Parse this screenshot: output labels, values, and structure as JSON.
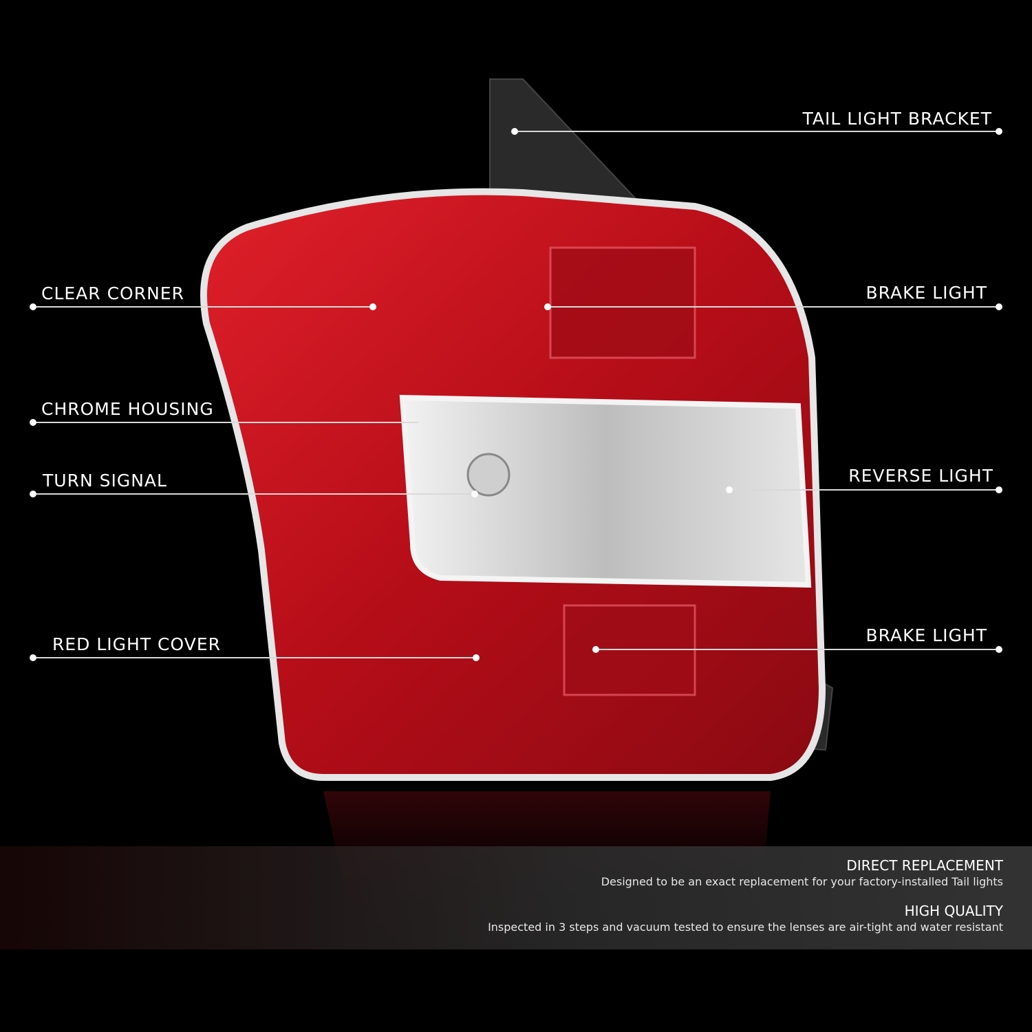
{
  "image": {
    "subject": "red and clear tail light assembly with chrome housing",
    "background_color": "#000000",
    "accent_colors": {
      "lens_red": "#c4121e",
      "chrome": "#d8d8d8",
      "bracket": "#2a2a2a"
    }
  },
  "callouts": [
    {
      "id": "tail-light-bracket",
      "label": "TAIL LIGHT BRACKET",
      "side": "right"
    },
    {
      "id": "clear-corner",
      "label": "CLEAR CORNER",
      "side": "left"
    },
    {
      "id": "brake-light-upper",
      "label": "BRAKE LIGHT",
      "side": "right"
    },
    {
      "id": "chrome-housing",
      "label": "CHROME HOUSING",
      "side": "left"
    },
    {
      "id": "turn-signal",
      "label": "TURN SIGNAL",
      "side": "left"
    },
    {
      "id": "reverse-light",
      "label": "REVERSE LIGHT",
      "side": "right"
    },
    {
      "id": "red-light-cover",
      "label": "RED LIGHT COVER",
      "side": "left"
    },
    {
      "id": "brake-light-lower",
      "label": "BRAKE LIGHT",
      "side": "right"
    }
  ],
  "features": [
    {
      "title": "DIRECT REPLACEMENT",
      "description": "Designed to be an exact replacement for your factory-installed Tail lights"
    },
    {
      "title": "HIGH QUALITY",
      "description": "Inspected in 3 steps and vacuum tested to ensure the lenses are air-tight and water resistant"
    }
  ]
}
